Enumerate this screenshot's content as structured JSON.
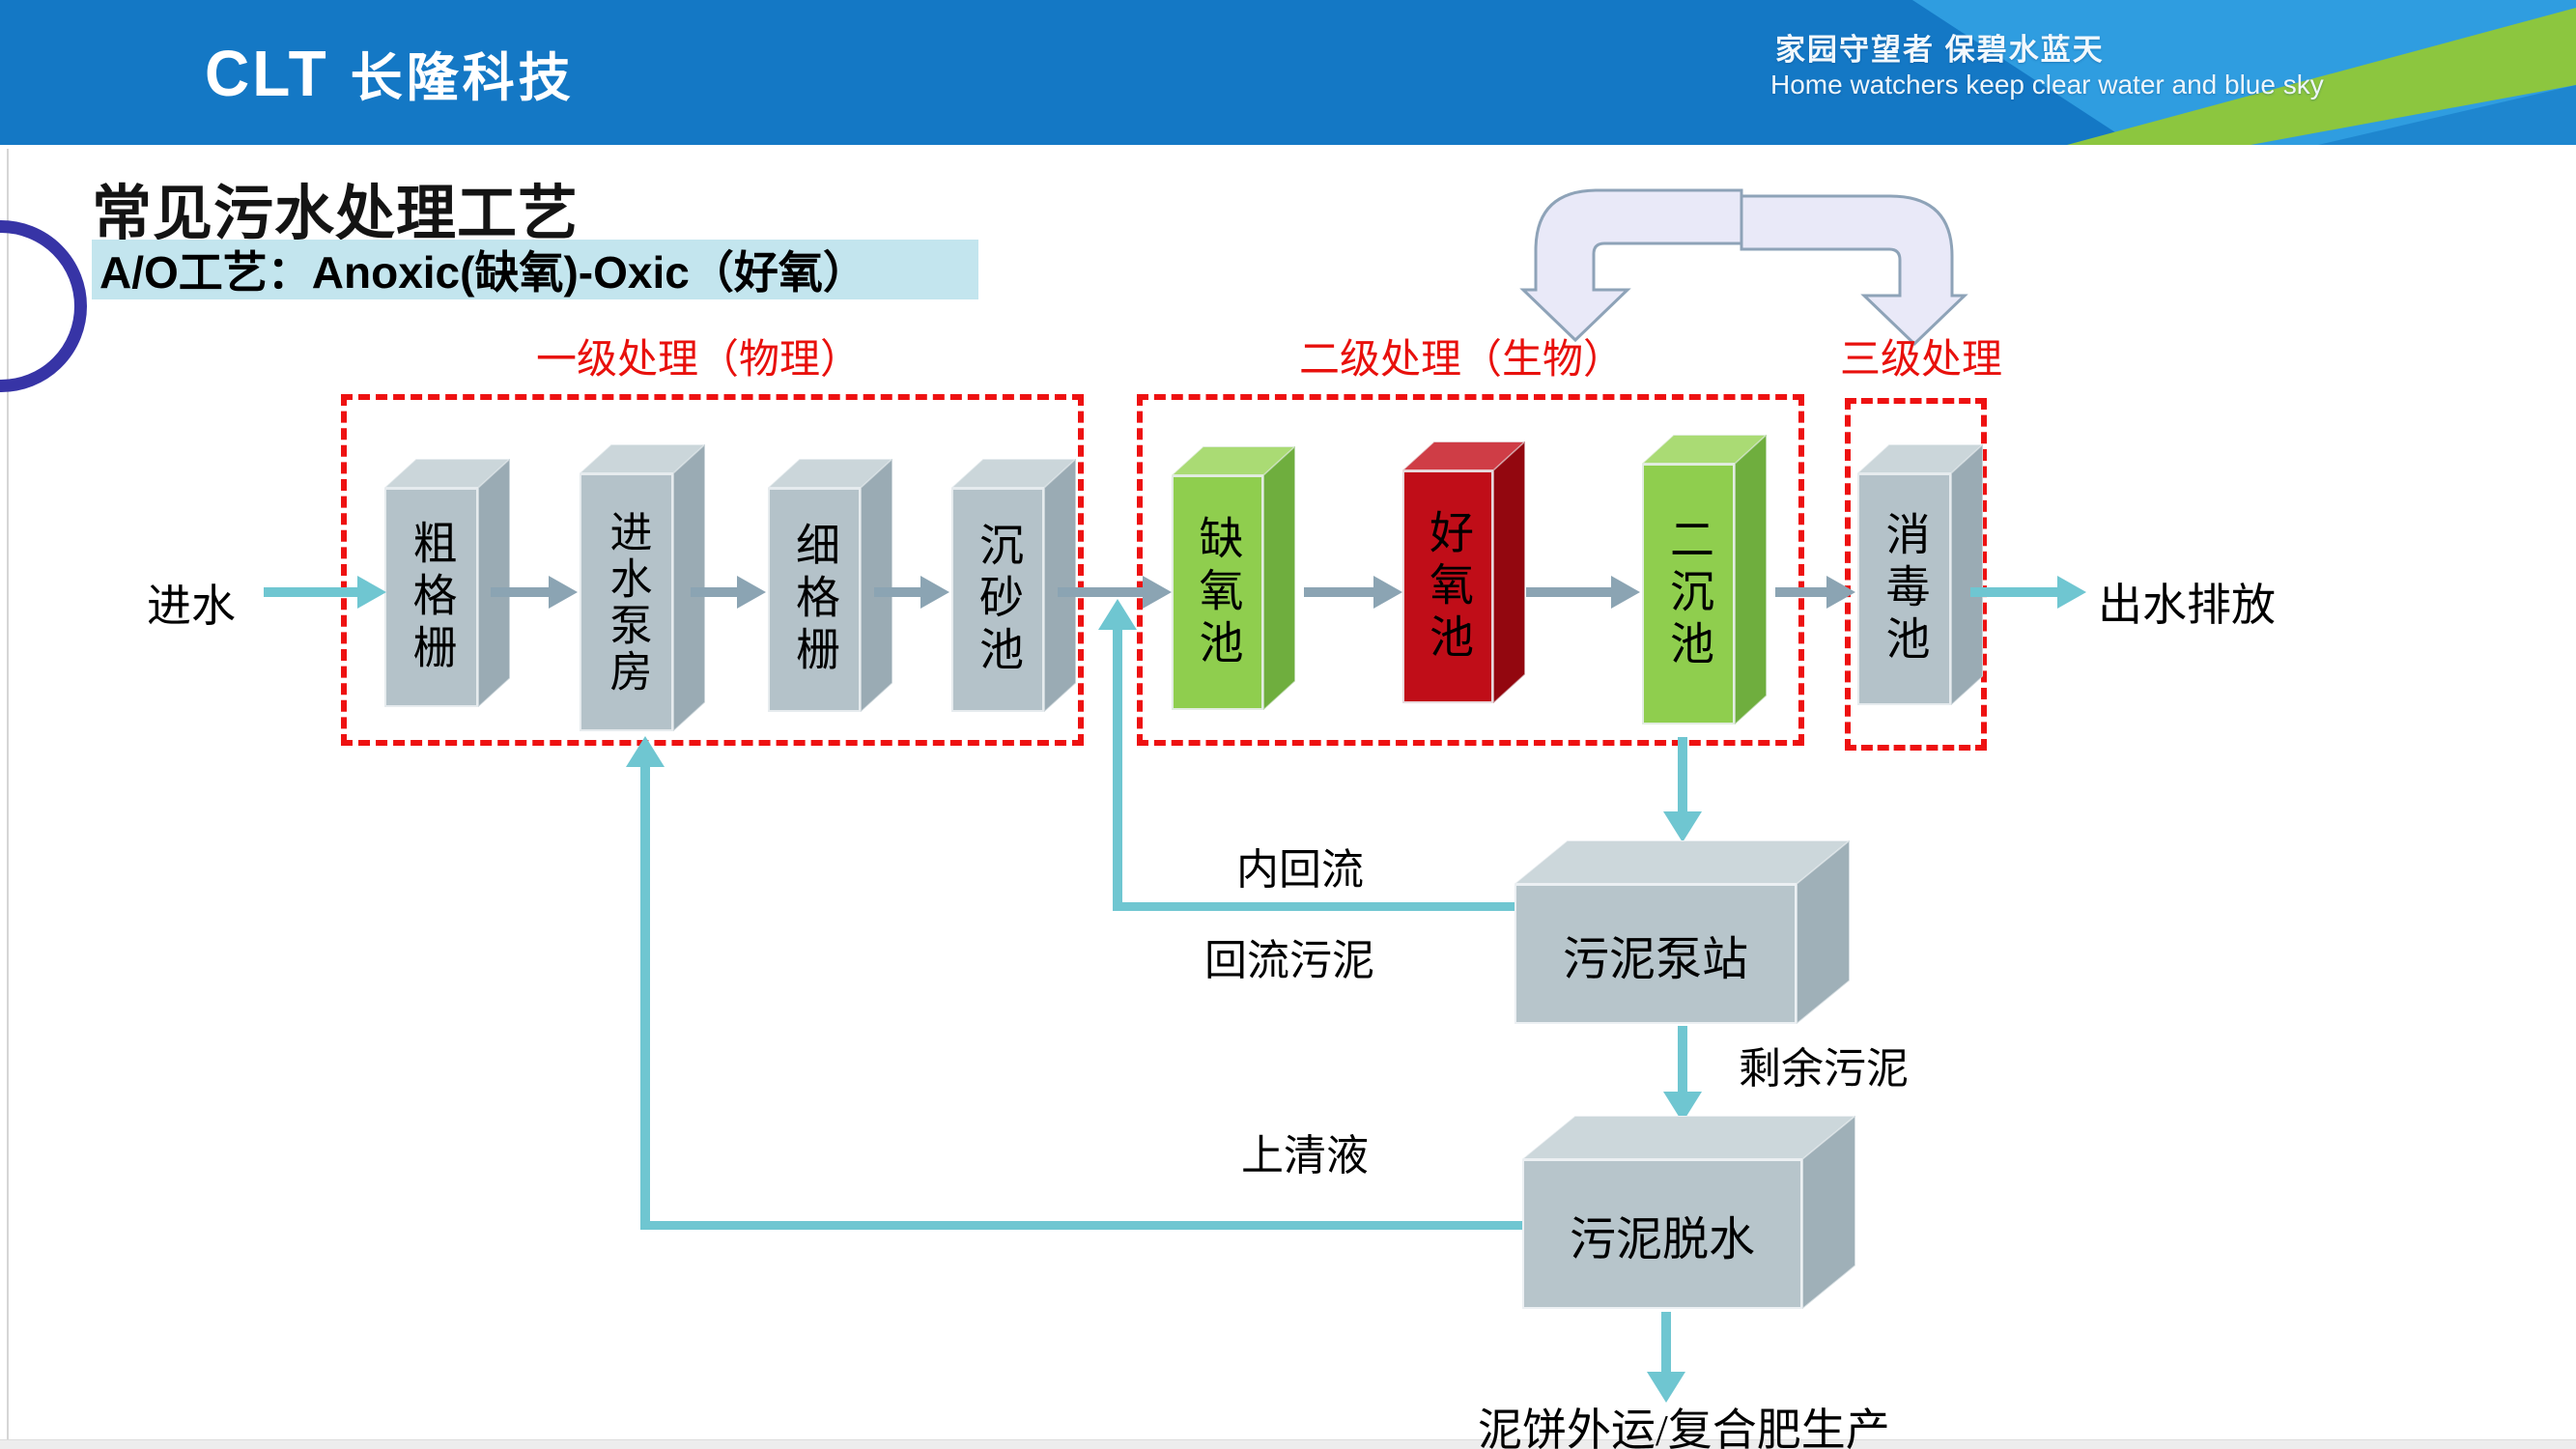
{
  "header": {
    "logo_acronym": "CLT",
    "logo_name": "长隆科技",
    "slogan_zh": "家园守望者 保碧水蓝天",
    "slogan_en": "Home watchers keep clear water and blue sky"
  },
  "title": "常见污水处理工艺",
  "subtitle": "A/O工艺：Anoxic(缺氧)-Oxic（好氧）",
  "stage_labels": {
    "primary": "一级处理（物理）",
    "secondary": "二级处理（生物）",
    "tertiary": "三级处理"
  },
  "flow": {
    "inlet_label": "进水",
    "outlet_label": "出水排放",
    "units": [
      {
        "label": "粗格栅",
        "type": "gray"
      },
      {
        "label": "进水泵房",
        "type": "gray"
      },
      {
        "label": "细格栅",
        "type": "gray"
      },
      {
        "label": "沉砂池",
        "type": "gray"
      },
      {
        "label": "缺氧池",
        "type": "green"
      },
      {
        "label": "好氧池",
        "type": "red"
      },
      {
        "label": "二沉池",
        "type": "green"
      },
      {
        "label": "消毒池",
        "type": "gray"
      }
    ]
  },
  "sludge": {
    "pump_station_label": "污泥泵站",
    "dewatering_label": "污泥脱水",
    "internal_reflux_label": "内回流",
    "return_sludge_label": "回流污泥",
    "excess_sludge_label": "剩余污泥",
    "supernatant_label": "上清液",
    "disposal_label": "泥饼外运/复合肥生产"
  },
  "colors": {
    "header_blue": "#1478c5",
    "accent_teal": "#6fc6d1",
    "flow_gray": "#8ba4b3",
    "stage_red": "#e8100c",
    "unit_green": "#8fce4e",
    "unit_red": "#c00d18",
    "unit_gray": "#b4c2c9",
    "subtitle_bg": "#c3e5ee",
    "bent_arrow_fill": "#e9e9f8"
  }
}
